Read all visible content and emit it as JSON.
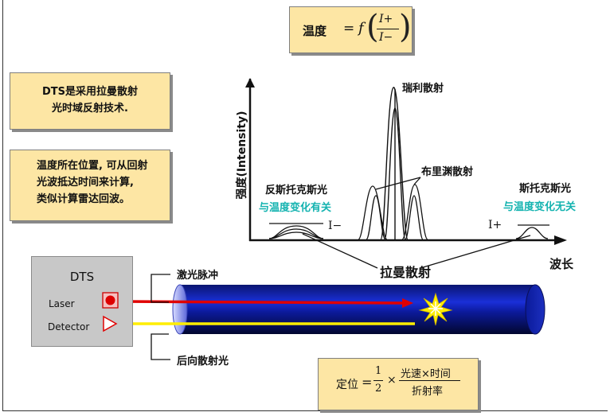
{
  "info_box_1": {
    "line1": "DTS是采用拉曼散射",
    "line2": "光时域反射技术."
  },
  "info_box_2": {
    "line1": "温度所在位置, 可从回射",
    "line2": "光波抵达时间来计算,",
    "line3": "类似计算雷达回波。"
  },
  "formula_temperature": {
    "lhs": "温度",
    "eq": "=",
    "func": "f",
    "numerator": "I+",
    "denominator": "I−"
  },
  "formula_position": {
    "lhs": "定位",
    "eq": "=",
    "num": "1",
    "den": "2",
    "times": "×",
    "frac_num": "光速×时间",
    "frac_den": "折射率"
  },
  "chart": {
    "ylabel": "强度(Intensity)",
    "xlabel": "波长",
    "peak_rayleigh": "瑞利散射",
    "peak_brillouin": "布里渊散射",
    "anti_stokes": "反斯托克斯光",
    "anti_stokes_note": "与温度变化有关",
    "stokes": "斯托克斯光",
    "stokes_note": "与温度变化无关",
    "i_minus": "I−",
    "i_plus": "I+",
    "raman": "拉曼散射"
  },
  "device": {
    "title": "DTS",
    "laser_label": "Laser",
    "detector_label": "Detector"
  },
  "fiber": {
    "laser_pulse": "激光脉冲",
    "backscatter": "后向散射光"
  },
  "colors": {
    "box_fill": "#fde6a4",
    "fiber_blue": "#0a1a9a",
    "laser_red": "#e00000",
    "return_yellow": "#ffee00",
    "teal_note": "#14b3b0"
  }
}
